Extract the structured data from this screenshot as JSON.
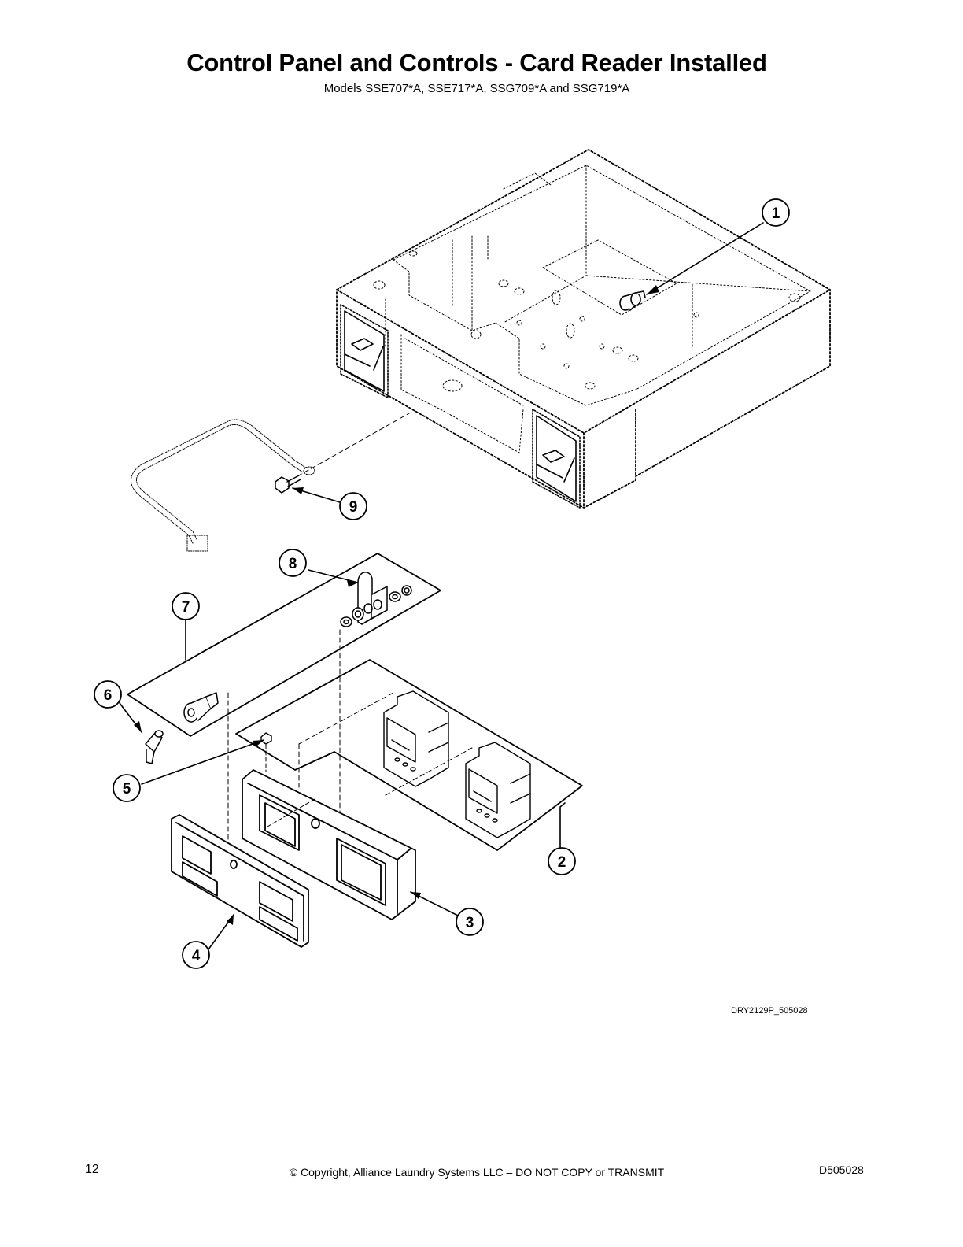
{
  "header": {
    "title": "Control Panel and Controls - Card Reader Installed",
    "subtitle": "Models SSE707*A, SSE717*A, SSG709*A and SSG719*A"
  },
  "diagram": {
    "callouts": [
      "1",
      "2",
      "3",
      "4",
      "5",
      "6",
      "7",
      "8",
      "9"
    ],
    "drawing_id": "DRY2129P_505028"
  },
  "footer": {
    "page_number": "12",
    "copyright": "© Copyright, Alliance Laundry Systems LLC – DO NOT COPY or TRANSMIT",
    "document_number": "D505028"
  }
}
